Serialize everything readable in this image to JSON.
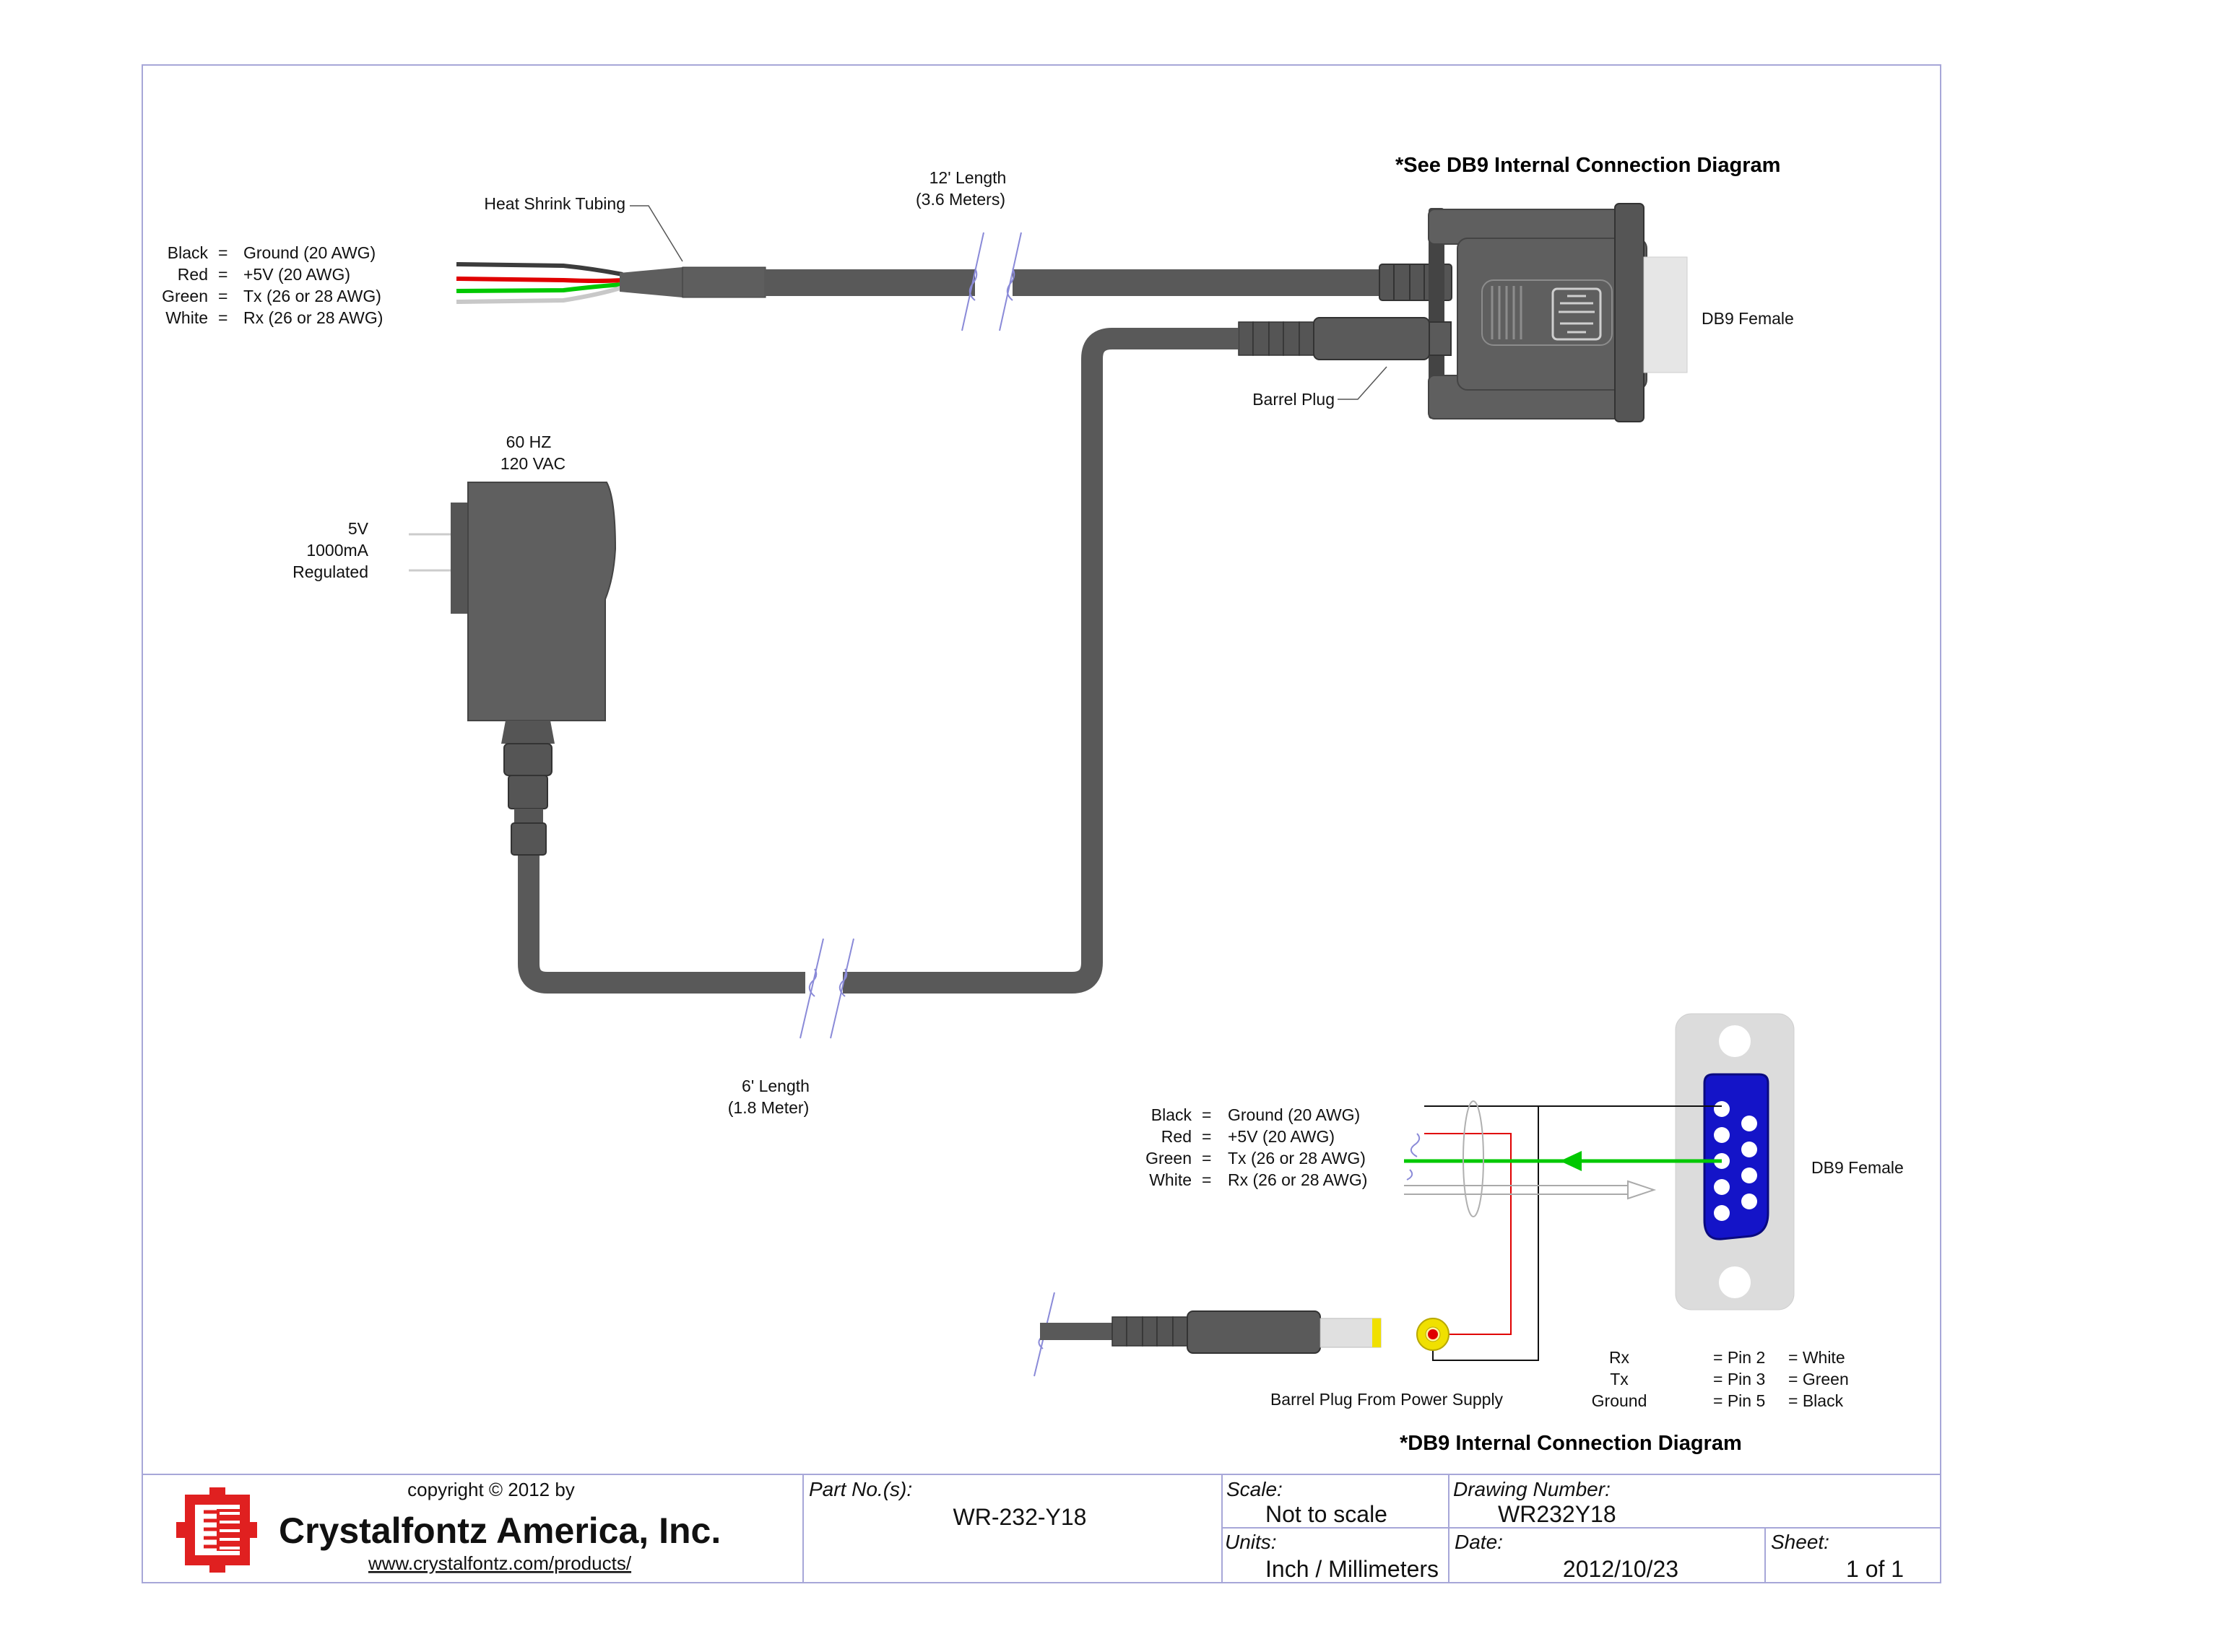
{
  "top_diagram": {
    "heading": "*See DB9 Internal Connection Diagram",
    "wire_legend": [
      {
        "color_name": "Black",
        "eq": "=",
        "signal": "Ground (20 AWG)"
      },
      {
        "color_name": "Red",
        "eq": "=",
        "signal": "+5V (20 AWG)"
      },
      {
        "color_name": "Green",
        "eq": "=",
        "signal": "Tx (26 or 28 AWG)"
      },
      {
        "color_name": "White",
        "eq": "=",
        "signal": "Rx (26 or 28 AWG)"
      }
    ],
    "heat_shrink_label": "Heat Shrink Tubing",
    "length_12_line1": "12' Length",
    "length_12_line2": "(3.6 Meters)",
    "db9_label": "DB9 Female",
    "barrel_plug_label": "Barrel Plug",
    "adapter_freq": "60 HZ",
    "adapter_voltage": "120 VAC",
    "output_line1": "5V",
    "output_line2": "1000mA",
    "output_line3": "Regulated",
    "length_6_line1": "6' Length",
    "length_6_line2": "(1.8 Meter)"
  },
  "bottom_diagram": {
    "heading": "*DB9 Internal Connection Diagram",
    "wire_legend": [
      {
        "color_name": "Black",
        "eq": "=",
        "signal": "Ground (20 AWG)"
      },
      {
        "color_name": "Red",
        "eq": "=",
        "signal": "+5V (20 AWG)"
      },
      {
        "color_name": "Green",
        "eq": "=",
        "signal": "Tx (26 or 28 AWG)"
      },
      {
        "color_name": "White",
        "eq": "=",
        "signal": "Rx (26 or 28 AWG)"
      }
    ],
    "db9_label": "DB9 Female",
    "barrel_label": "Barrel Plug From Power Supply",
    "pin_map": [
      {
        "signal": "Rx",
        "pin": "= Pin 2",
        "wire": "= White"
      },
      {
        "signal": "Tx",
        "pin": "= Pin 3",
        "wire": "= Green"
      },
      {
        "signal": "Ground",
        "pin": "= Pin 5",
        "wire": "= Black"
      }
    ]
  },
  "title_block": {
    "copyright": "copyright © 2012 by",
    "company": "Crystalfontz America, Inc.",
    "url": "www.crystalfontz.com/products/",
    "part_caption": "Part No.(s):",
    "part_value": "WR-232-Y18",
    "scale_caption": "Scale:",
    "scale_value": "Not to scale",
    "drawing_caption": "Drawing Number:",
    "drawing_value": "WR232Y18",
    "units_caption": "Units:",
    "units_value": "Inch / Millimeters",
    "date_caption": "Date:",
    "date_value": "2012/10/23",
    "sheet_caption": "Sheet:",
    "sheet_value": "1 of  1"
  },
  "colors": {
    "cable": "#595959",
    "connector_body": "#5a5a5a",
    "db9_shell": "#d9d9d9",
    "pin_blue": "#1414c8",
    "wire_red": "#e00000",
    "wire_green": "#00c800",
    "logo_red": "#e02020",
    "plug_yellow": "#f0e000"
  },
  "icons": [
    "crystalfontz-logo-icon",
    "db9-female-connector-icon",
    "wall-adapter-icon",
    "barrel-plug-icon"
  ]
}
